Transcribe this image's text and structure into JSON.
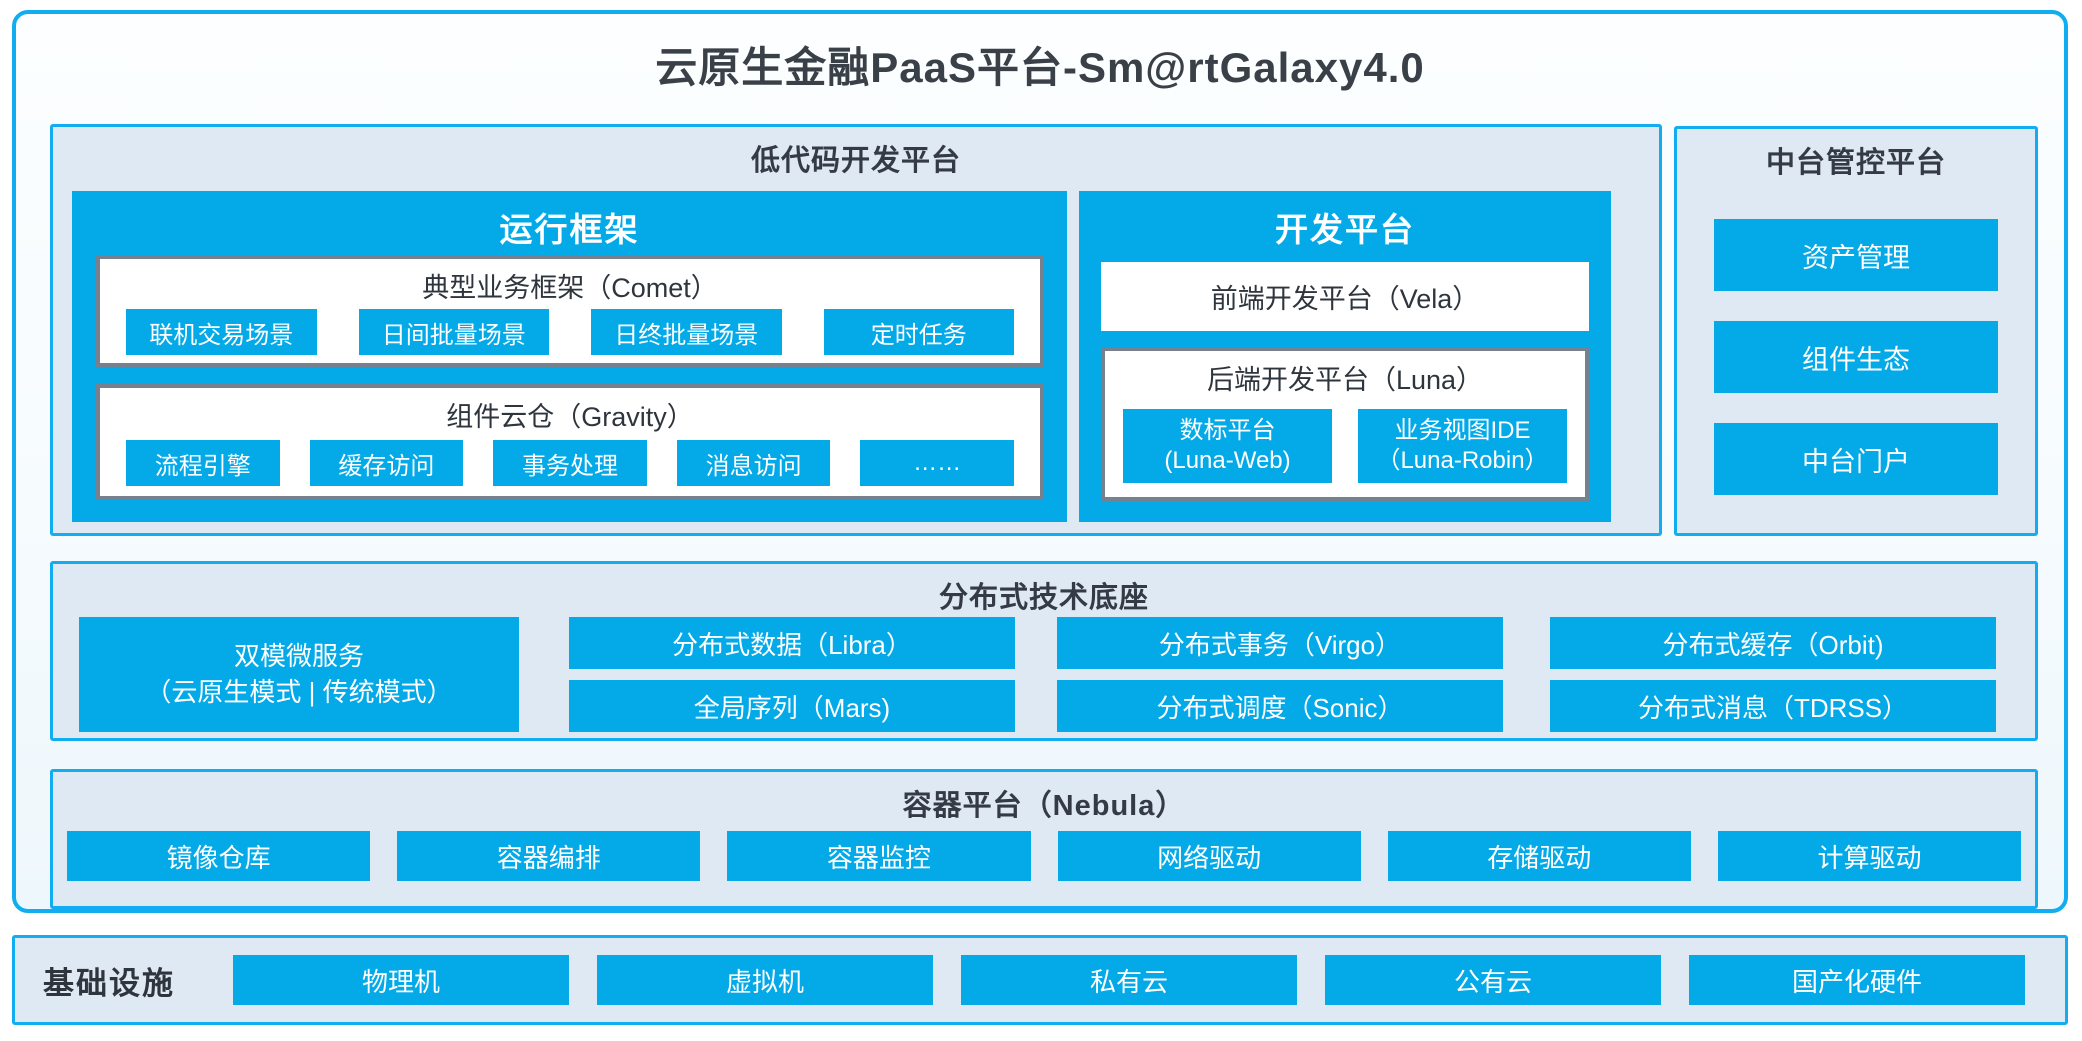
{
  "title": "云原生金融PaaS平台-Sm@rtGalaxy4.0",
  "colors": {
    "accent_blue": "#04a9e8",
    "panel_background": "#dfe9f4",
    "gray_box_border": "#76818f",
    "dark_text": "#343b44"
  },
  "low_code": {
    "title": "低代码开发平台",
    "runtime": {
      "title": "运行框架",
      "comet": {
        "title": "典型业务框架（Comet）",
        "items": [
          "联机交易场景",
          "日间批量场景",
          "日终批量场景",
          "定时任务"
        ]
      },
      "gravity": {
        "title": "组件云仓（Gravity）",
        "items": [
          "流程引擎",
          "缓存访问",
          "事务处理",
          "消息访问",
          "……"
        ]
      }
    },
    "dev": {
      "title": "开发平台",
      "vela": "前端开发平台（Vela）",
      "luna": {
        "title": "后端开发平台（Luna）",
        "items": [
          {
            "line1": "数标平台",
            "line2": "(Luna-Web)"
          },
          {
            "line1": "业务视图IDE",
            "line2": "（Luna-Robin）"
          }
        ]
      }
    }
  },
  "mid_platform": {
    "title": "中台管控平台",
    "items": [
      "资产管理",
      "组件生态",
      "中台门户"
    ]
  },
  "distributed": {
    "title": "分布式技术底座",
    "dual_mode": {
      "line1": "双模微服务",
      "line2": "（云原生模式 | 传统模式）"
    },
    "col2": [
      "分布式数据（Libra）",
      "全局序列（Mars)"
    ],
    "col3": [
      "分布式事务（Virgo）",
      "分布式调度（Sonic）"
    ],
    "col4": [
      "分布式缓存（Orbit)",
      "分布式消息（TDRSS）"
    ]
  },
  "container_platform": {
    "title": "容器平台（Nebula）",
    "items": [
      "镜像仓库",
      "容器编排",
      "容器监控",
      "网络驱动",
      "存储驱动",
      "计算驱动"
    ]
  },
  "infrastructure": {
    "title": "基础设施",
    "items": [
      "物理机",
      "虚拟机",
      "私有云",
      "公有云",
      "国产化硬件"
    ]
  }
}
